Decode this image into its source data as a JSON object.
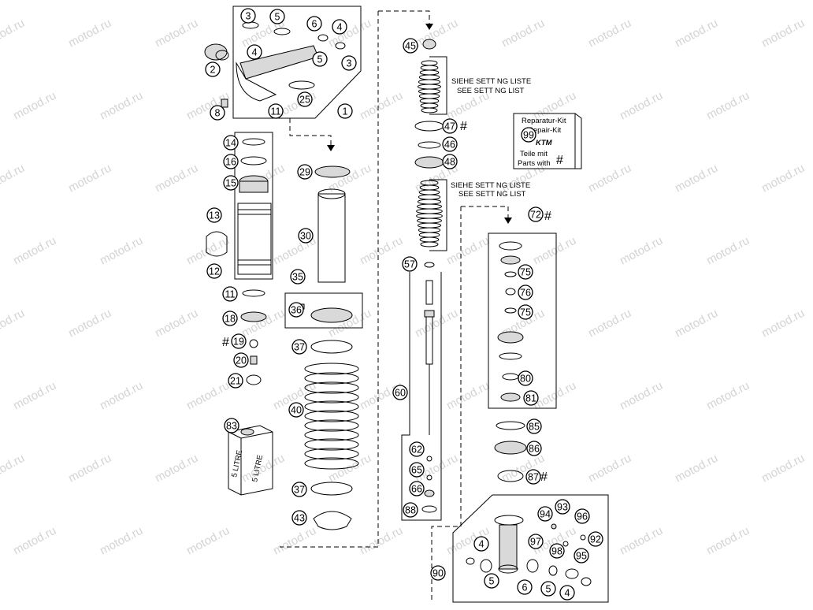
{
  "watermark": "motod.ru",
  "notes": {
    "setting_1_de": "SIEHE SETT NG LISTE",
    "setting_1_en": "SEE SETT NG LIST",
    "setting_2_de": "SIEHE SETT NG LISTE",
    "setting_2_en": "SEE SETT NG LIST"
  },
  "repair_kit": {
    "line1": "Reparatur-Kit",
    "line2": "Repair-Kit",
    "brand": "KTM",
    "line3": "Teile mit",
    "line4": "Parts with",
    "mark": "#"
  },
  "container": {
    "label_1": "5 LITRE",
    "label_2": "5 LITRE"
  },
  "hash_mark": "#",
  "callouts": [
    {
      "n": "3"
    },
    {
      "n": "5"
    },
    {
      "n": "6"
    },
    {
      "n": "4"
    },
    {
      "n": "4"
    },
    {
      "n": "5"
    },
    {
      "n": "3"
    },
    {
      "n": "2"
    },
    {
      "n": "25"
    },
    {
      "n": "11"
    },
    {
      "n": "1"
    },
    {
      "n": "8"
    },
    {
      "n": "14"
    },
    {
      "n": "16"
    },
    {
      "n": "15"
    },
    {
      "n": "13"
    },
    {
      "n": "12"
    },
    {
      "n": "11"
    },
    {
      "n": "18"
    },
    {
      "n": "19"
    },
    {
      "n": "20"
    },
    {
      "n": "21"
    },
    {
      "n": "83"
    },
    {
      "n": "29"
    },
    {
      "n": "30"
    },
    {
      "n": "35"
    },
    {
      "n": "36"
    },
    {
      "n": "37"
    },
    {
      "n": "40"
    },
    {
      "n": "37"
    },
    {
      "n": "43"
    },
    {
      "n": "45"
    },
    {
      "n": "47"
    },
    {
      "n": "46"
    },
    {
      "n": "48"
    },
    {
      "n": "57"
    },
    {
      "n": "60"
    },
    {
      "n": "62"
    },
    {
      "n": "65"
    },
    {
      "n": "66"
    },
    {
      "n": "88"
    },
    {
      "n": "99"
    },
    {
      "n": "72"
    },
    {
      "n": "75"
    },
    {
      "n": "76"
    },
    {
      "n": "75"
    },
    {
      "n": "80"
    },
    {
      "n": "81"
    },
    {
      "n": "85"
    },
    {
      "n": "86"
    },
    {
      "n": "87"
    },
    {
      "n": "93"
    },
    {
      "n": "94"
    },
    {
      "n": "96"
    },
    {
      "n": "97"
    },
    {
      "n": "98"
    },
    {
      "n": "92"
    },
    {
      "n": "95"
    },
    {
      "n": "4"
    },
    {
      "n": "90"
    },
    {
      "n": "5"
    },
    {
      "n": "6"
    },
    {
      "n": "5"
    },
    {
      "n": "4"
    }
  ]
}
